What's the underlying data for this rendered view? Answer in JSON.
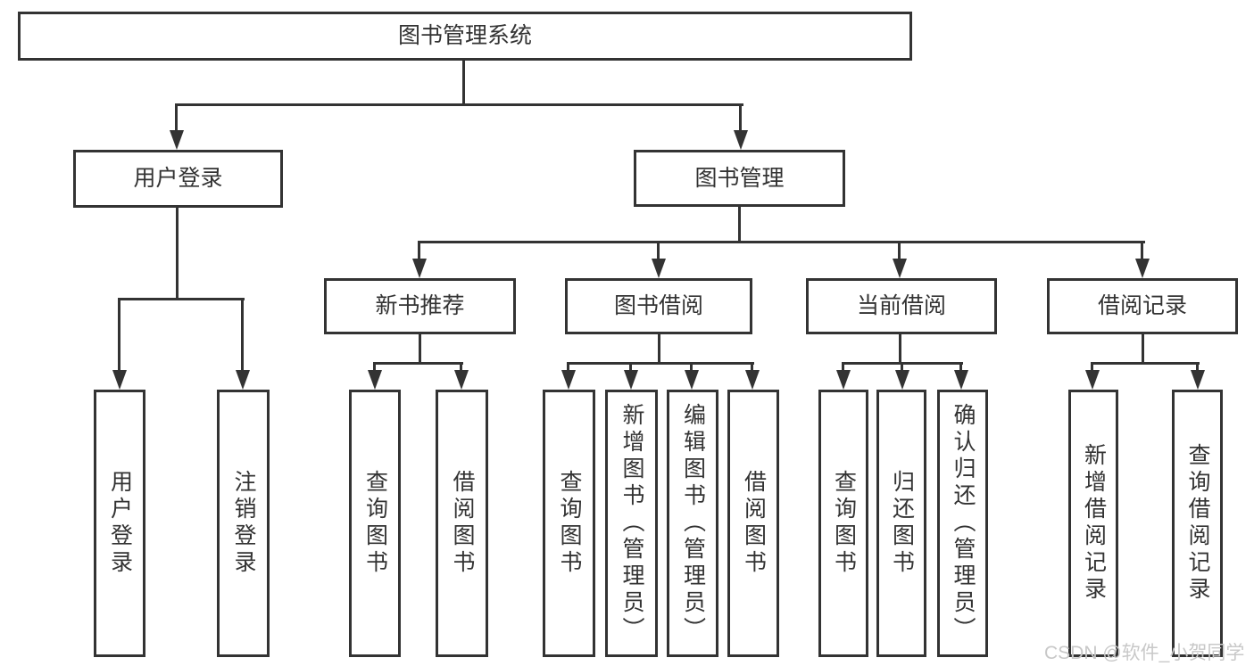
{
  "colors": {
    "line": "#333333",
    "ink": "#333333",
    "background": "#ffffff",
    "watermark": "#c8c8c8"
  },
  "watermark": {
    "text": "CSDN @软件_小贺同学"
  },
  "tree": {
    "root": {
      "label": "图书管理系统"
    },
    "branches": [
      {
        "label": "用户登录",
        "children": [
          {
            "label": "用户登录"
          },
          {
            "label": "注销登录"
          }
        ]
      },
      {
        "label": "图书管理",
        "children": [
          {
            "label": "新书推荐",
            "children": [
              {
                "label": "查询图书"
              },
              {
                "label": "借阅图书"
              }
            ]
          },
          {
            "label": "图书借阅",
            "children": [
              {
                "label": "查询图书"
              },
              {
                "label": "新增图书（管理员）"
              },
              {
                "label": "编辑图书（管理员）"
              },
              {
                "label": "借阅图书"
              }
            ]
          },
          {
            "label": "当前借阅",
            "children": [
              {
                "label": "查询图书"
              },
              {
                "label": "归还图书"
              },
              {
                "label": "确认归还（管理员）"
              }
            ]
          },
          {
            "label": "借阅记录",
            "children": [
              {
                "label": "新增借阅记录"
              },
              {
                "label": "查询借阅记录"
              }
            ]
          }
        ]
      }
    ]
  }
}
